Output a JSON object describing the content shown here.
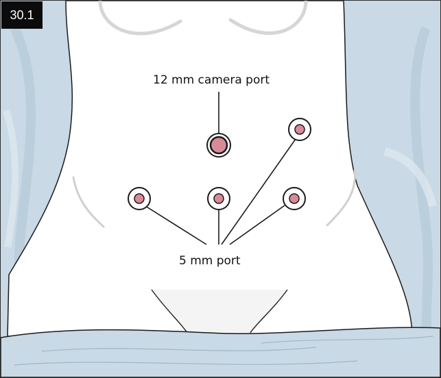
{
  "figure": {
    "number": "30.1"
  },
  "labels": {
    "camera_port": "12 mm camera port",
    "small_port": "5 mm port"
  },
  "colors": {
    "drape": "#c9d9e5",
    "drape_shadow": "#a9bfcf",
    "skin": "#ffffff",
    "port_fill": "#d98a98",
    "outline": "#1a1a1a"
  }
}
